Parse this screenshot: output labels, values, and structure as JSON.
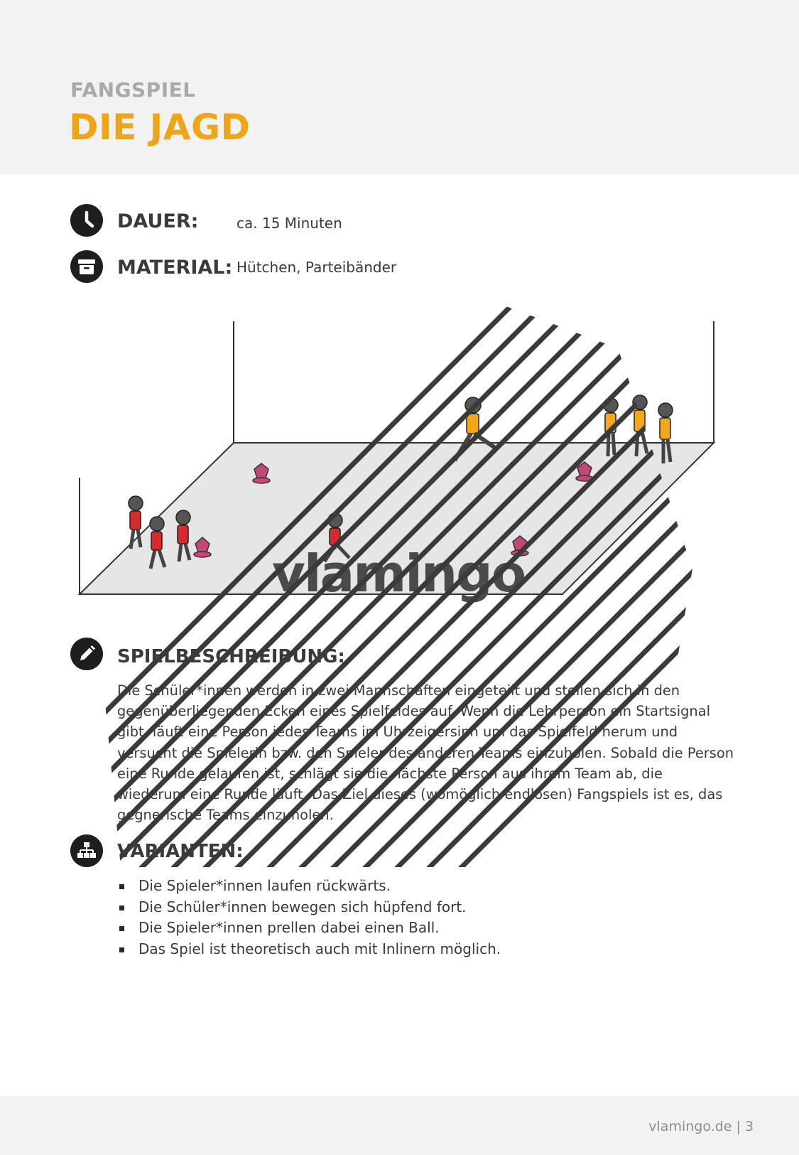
{
  "header": {
    "kicker": "FANGSPIEL",
    "title": "DIE JAGD",
    "title_color": "#f0a418"
  },
  "info": {
    "duration_label": "DAUER:",
    "duration_value": "ca. 15 Minuten",
    "material_label": "MATERIAL:",
    "material_value": "Hütchen, Parteibänder"
  },
  "illustration": {
    "watermark": "vlamingo",
    "team_colors": {
      "red": "#d52b2b",
      "yellow": "#f3a81a"
    },
    "cone_color": "#c4477a"
  },
  "description": {
    "heading": "SPIELBESCHREIBUNG:",
    "text": "Die Schüler*innen werden in zwei Mannschaften eingeteilt und stellen sich in den gegenüberliegenden Ecken eines Spielfeldes auf. Wenn die Lehrperson ein Startsignal gibt, läuft eine Person jedes Teams im Uhrzeigersinn um das Spielfeld herum und versucht die Spielerin bzw. den Spieler des anderen Teams einzuholen. Sobald die Person eine Runde gelaufen ist, schlägt sie die nächste Person aus ihrem Team ab, die wiederum eine Runde läuft. Das Ziel dieses (womöglich endlosen) Fangspiels ist es, das gegnerische Teams einzuholen."
  },
  "variants": {
    "heading": "VARIANTEN:",
    "items": [
      "Die Spieler*innen laufen rückwärts.",
      "Die Schüler*innen bewegen sich hüpfend fort.",
      "Die Spieler*innen prellen dabei einen Ball.",
      "Das Spiel ist theoretisch auch mit Inlinern möglich."
    ]
  },
  "footer": {
    "text": "vlamingo.de | 3"
  }
}
